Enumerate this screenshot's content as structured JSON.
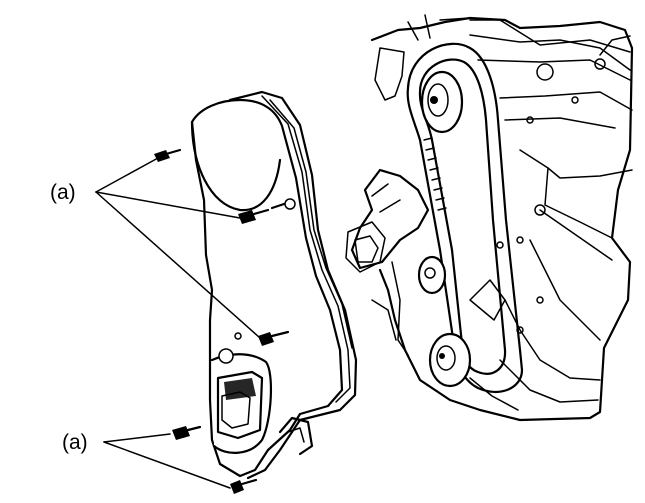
{
  "diagram": {
    "callouts": [
      {
        "id": "upper",
        "label": "(a)"
      },
      {
        "id": "lower",
        "label": "(a)"
      }
    ]
  }
}
